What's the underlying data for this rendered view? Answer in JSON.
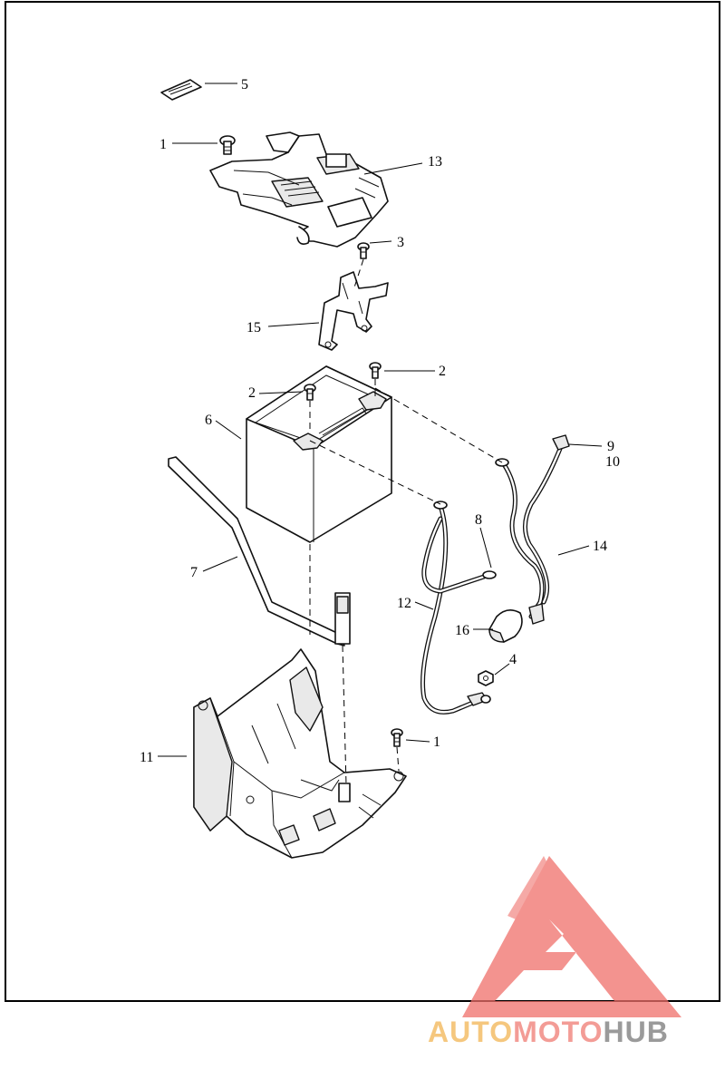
{
  "callouts": {
    "c1a": "1",
    "c5": "5",
    "c13": "13",
    "c3": "3",
    "c15": "15",
    "c2a": "2",
    "c2b": "2",
    "c6": "6",
    "c9": "9",
    "c10": "10",
    "c8": "8",
    "c14": "14",
    "c7": "7",
    "c12": "12",
    "c16": "16",
    "c4": "4",
    "c1b": "1",
    "c11": "11"
  },
  "watermark": {
    "part1": "AUTO",
    "part2": "MOTO",
    "part3": "HUB",
    "color_auto": "#f5c77e",
    "color_moto": "#f39c96",
    "color_hub": "#9a9a9a",
    "logo_color": "#ef6f6a"
  }
}
